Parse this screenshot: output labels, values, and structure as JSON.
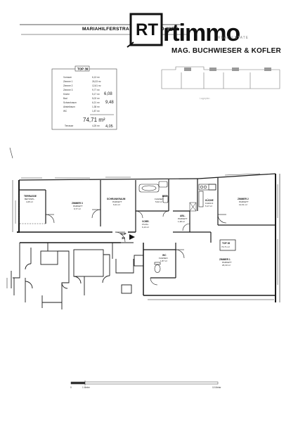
{
  "header": {
    "address": "MARIAHILFERSTRASSE 208 - 1150 WIEN",
    "brand_name": "rtimmo",
    "brand_logo_letters": "RT",
    "brand_tagline": "REAL ESTATE",
    "agency": "MAG. BUCHWIESER & KOFLER"
  },
  "area_table": {
    "unit_badge": "TOP 39",
    "rows": [
      {
        "room": "Vorraum",
        "area": "6,13 m²"
      },
      {
        "room": "Zimmer 1",
        "area": "26,33 m²"
      },
      {
        "room": "Zimmer 2",
        "area": "12,61 m²"
      },
      {
        "room": "Zimmer 3",
        "area": "9,77 m²"
      },
      {
        "room": "Küche",
        "area": "5,17 m²"
      },
      {
        "room": "Bad",
        "area": "5,02 m²"
      },
      {
        "room": "Schrankraum",
        "area": "6,21 m²"
      },
      {
        "room": "Abstellraum",
        "area": "1,38 m²"
      },
      {
        "room": "WC",
        "area": "1,87 m²"
      }
    ],
    "handwritten_notes": [
      "6,08",
      "9,48"
    ],
    "total": "74,71 m²",
    "terrace_label": "Terrasse",
    "terrace_area": "4,25 m²",
    "terrace_note": "4,05"
  },
  "keyplan_caption": "Lageplan",
  "floorplan": {
    "unit_tag": {
      "top": "TOP 39",
      "area": "74,71 m²"
    },
    "entrance_tag": {
      "top": "TOP",
      "num": "39"
    },
    "rooms": [
      {
        "name": "TERRASSE",
        "floor": "BETONPL.",
        "area": "4,25 m²"
      },
      {
        "name": "ZIMMER 3",
        "floor": "PARKETT",
        "area": "9,77 m²"
      },
      {
        "name": "SCHRANKRAUM",
        "floor": "PARKETT",
        "area": "6,21 m²"
      },
      {
        "name": "BAD",
        "floor": "FLIESEN",
        "area": "5,02 m²"
      },
      {
        "name": "KÜCHE",
        "floor": "FLIES.N",
        "area": "5,17 m²"
      },
      {
        "name": "ZIMMER 2",
        "floor": "PARKETT",
        "area": "12,61 m²"
      },
      {
        "name": "ABL.",
        "floor": "PARKETT",
        "area": "1,38 m²"
      },
      {
        "name": "VORR.",
        "floor": "FS.ZG.",
        "area": "6,13 m²"
      },
      {
        "name": "WC",
        "floor": "FLIESEN",
        "area": "1,87 m²"
      },
      {
        "name": "ZIMMER 1",
        "floor": "PARKETT",
        "area": "26,33 m²"
      }
    ]
  },
  "scale_bar": {
    "start": "0",
    "mid": "1 Meter",
    "end": "10 Meter"
  }
}
